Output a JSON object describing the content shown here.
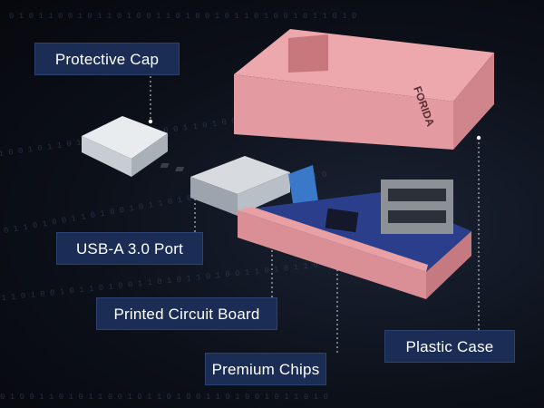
{
  "labels": {
    "protective_cap": "Protective Cap",
    "usb_port": "USB-A 3.0 Port",
    "circuit_board": "Printed Circuit Board",
    "premium_chips": "Premium Chips",
    "plastic_case": "Plastic Case"
  },
  "brand": "FORIDA",
  "colors": {
    "case_pink": "#e8a0a5",
    "label_bg": "#1b2d55",
    "pcb_blue": "#2a3e8c",
    "background": "#0c1019"
  }
}
